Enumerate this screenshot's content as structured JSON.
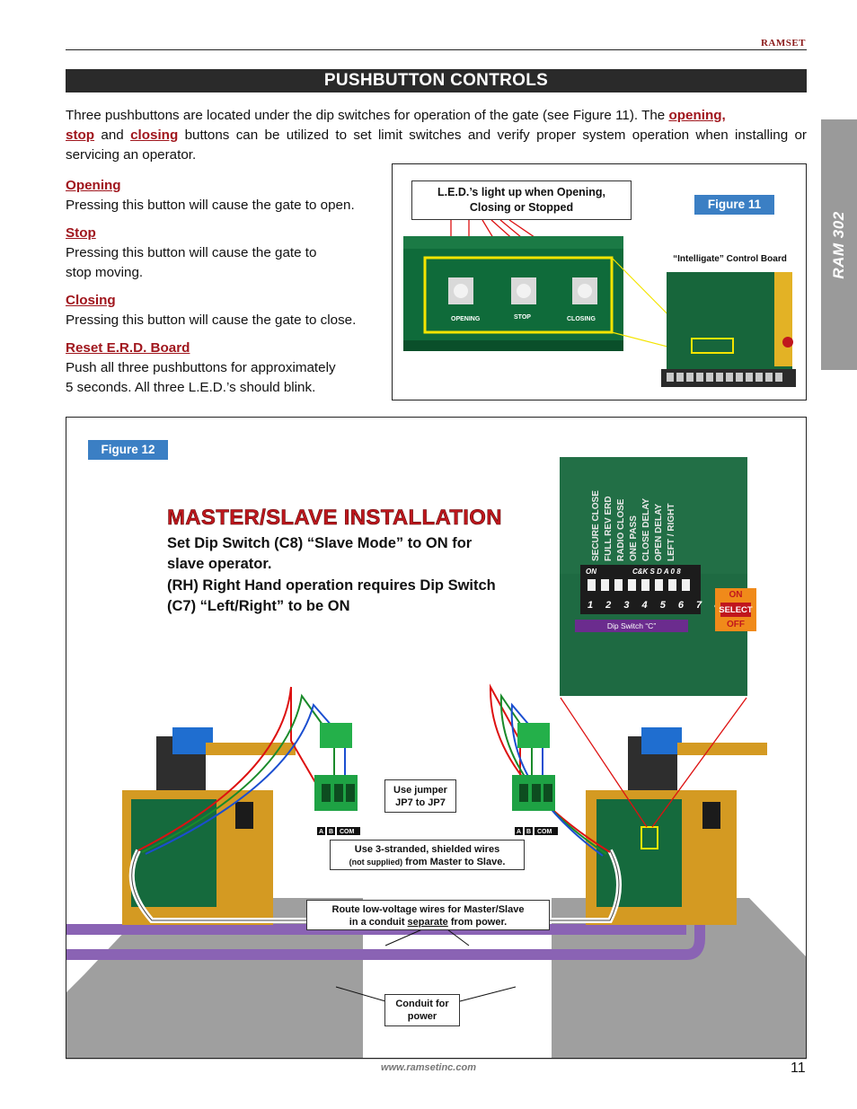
{
  "header": {
    "brand": "RAMSET"
  },
  "section": {
    "title": "PUSHBUTTON CONTROLS"
  },
  "side_tab": {
    "label": "RAM 302"
  },
  "intro": {
    "text1": "Three pushbuttons are located under the dip switches for operation of the gate (see Figure 11). The ",
    "link_opening": "opening,",
    "link_stop": "stop",
    "text2": " and ",
    "link_closing": "closing",
    "text3": " buttons can be utilized to set limit switches and verify proper system operation when installing or servicing an operator."
  },
  "buttons": [
    {
      "heading": "Opening",
      "desc": "Pressing this button will cause the gate to open."
    },
    {
      "heading": "Stop",
      "desc_line1": "Pressing this button will cause the gate to",
      "desc_line2": "stop moving."
    },
    {
      "heading": "Closing",
      "desc": "Pressing this button will cause the gate to close."
    },
    {
      "heading": "Reset E.R.D. Board",
      "desc_line1": "Push all three pushbuttons for approximately",
      "desc_line2": "5 seconds.  All three L.E.D.’s should blink."
    }
  ],
  "figure11": {
    "label": "Figure 11",
    "callout_line1": "L.E.D.’s light up when Opening,",
    "callout_line2": "Closing or Stopped",
    "board_caption": "“Intelligate” Control Board",
    "btn_labels": [
      "OPENING",
      "STOP",
      "CLOSING"
    ]
  },
  "figure12": {
    "label": "Figure 12",
    "title": "MASTER/SLAVE INSTALLATION",
    "line1": "Set Dip Switch (C8) “Slave Mode” to ON for",
    "line2": "slave operator.",
    "line3": "(RH) Right Hand operation requires Dip Switch",
    "line4": "(C7) “Left/Right” to be ON",
    "dip_caption": "Dip Switch “C”",
    "dip_row_labels": "C&K  S D A 0 8",
    "dip_on": "ON",
    "dip_numbers": "1 2 3 4 5 6 7 8",
    "dip_functions": [
      "SECURE CLOSE",
      "FULL REV ERD",
      "RADIO CLOSE",
      "ONE PASS",
      "CLOSE DELAY",
      "OPEN DELAY",
      "LEFT / RIGHT"
    ],
    "select_on": "ON",
    "select_mid": "SELECT",
    "select_off": "OFF",
    "terminal_letters": [
      "A",
      "B",
      "COM"
    ],
    "jumper_line1": "Use jumper",
    "jumper_line2": "JP7 to JP7",
    "wires_line1": "Use 3-stranded, shielded wires",
    "wires_line2_small": "(not supplied)",
    "wires_line2_rest": " from Master to Slave.",
    "route_line1": "Route low-voltage wires for Master/Slave",
    "route_line2a": "in a conduit ",
    "route_line2u": "separate",
    "route_line2b": " from power.",
    "conduit_line1": "Conduit for",
    "conduit_line2": "power"
  },
  "footer": {
    "url": "www.ramsetinc.com",
    "page": "11"
  }
}
